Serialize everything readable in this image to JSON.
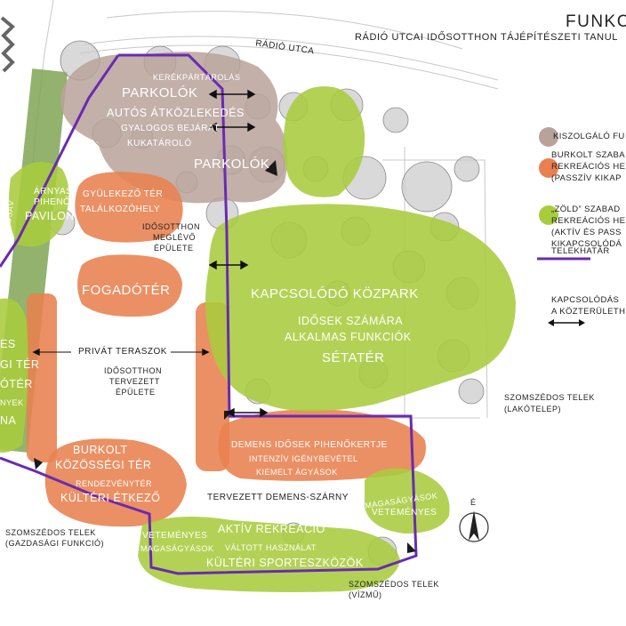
{
  "title": "FUNKCI",
  "subtitle": "RÁDIÓ UTCAI IDŐSOTTHON TÁJÉPÍTÉSZETI TANUL",
  "colors": {
    "service": "#b8a29a",
    "paved": "#e8814f",
    "green": "#a9cc3e",
    "boundary": "#6a2bb0"
  },
  "legend": [
    {
      "id": "service",
      "lines": [
        "KISZOLGÁLÓ FU"
      ]
    },
    {
      "id": "paved",
      "lines": [
        "BURKOLT SZABA",
        "REKREÁCIÓS HE",
        "(PASSZÍV KIKAP"
      ]
    },
    {
      "id": "green",
      "lines": [
        "„ZÖLD” SZABAD",
        "REKREÁCIÓS HE",
        "(AKTÍV ÉS PASS",
        "KIKAPCSOLÓDÁ"
      ]
    },
    {
      "id": "boundary",
      "lines": [
        "TELEKHATÁR"
      ]
    },
    {
      "id": "connection",
      "lines": [
        "KAPCSOLÓDÁS",
        "A KÖZTERÜLETH"
      ]
    }
  ],
  "labels": {
    "radio_utca": "RÁDIÓ UTCA",
    "kerekpartarolas": "KERÉKPÁRTÁROLÁS",
    "parkolok_1": "PARKOLÓK",
    "autos": "AUTÓS ÁTKÖZLEKEDÉS",
    "gyalogos": "GYALOGOS BEJÁRAT",
    "kukatarolo": "KUKATÁROLÓ",
    "parkolok_2": "PARKOLÓK",
    "arnyas": "ÁRNYAS",
    "piheno": "PIHENŐ",
    "pavilon": "PAVILON",
    "gyulekezo": "GYÜLEKEZŐ TÉR",
    "talalkozohely": "TALÁLKOZÓHELY",
    "idosotthon_meglevo_1": "IDŐSOTTHON",
    "idosotthon_meglevo_2": "MEGLÉVŐ",
    "idosotthon_meglevo_3": "ÉPÜLETE",
    "fogadoter": "FOGADÓTÉR",
    "kapcsolodo": "KAPCSOLÓDÓ KÖZPARK",
    "idosek": "IDŐSEK SZÁMÁRA",
    "alkalmas": "ALKALMAS FUNKCIÓK",
    "setater": "SÉTATÉR",
    "privat": "PRIVÁT TERASZOK",
    "tervezett_1": "IDŐSOTTHON",
    "tervezett_2": "TERVEZETT",
    "tervezett_3": "ÉPÜLETE",
    "szomszedos_lakotelep_1": "SZOMSZÉDOS TELEK",
    "szomszedos_lakotelep_2": "(LAKÓTELEP)",
    "demens": "DEMENS IDŐSEK PIHENŐKERTJE",
    "intenziv": "INTENZÍV IGÉNYBEVÉTEL",
    "kiemelt": "KIEMELT ÁGYÁSOK",
    "burkolt": "BURKOLT",
    "kozossegi": "KÖZÖSSÉGI TÉR",
    "rendezveny": "RENDEZVÉNYTÉR",
    "kulteri_etkezo": "KÜLTÉRI ÉTKEZŐ",
    "demens_szarny": "TERVEZETT DEMENS-SZÁRNY",
    "magasagyasok_r": "MAGASÁGYÁSOK",
    "vetemenyes_r": "VETEMÉNYES",
    "vetemenyes_l": "VETEMÉNYES",
    "magasagyasok_l": "MAGASÁGYÁSOK",
    "aktiv": "AKTÍV REKREÁCIÓ",
    "valtott": "VÁLTOTT HASZNÁLAT",
    "sporteszkozok": "KÜLTÉRI SPORTESZKÖZÖK",
    "gazdasagi_1": "SZOMSZÉDOS TELEK",
    "gazdasagi_2": "(GAZDASÁGI FUNKCIÓ)",
    "vizmu_1": "SZOMSZÉDOS TELEK",
    "vizmu_2": "(VÍZMŰ)",
    "left_es": "ES",
    "left_gi_ter": "GI TÉR",
    "left_oter": "ÓTÉR",
    "left_nyek": "NYEK",
    "left_na": "NA",
    "left_dosav": "DOSÁV",
    "north": "É"
  }
}
